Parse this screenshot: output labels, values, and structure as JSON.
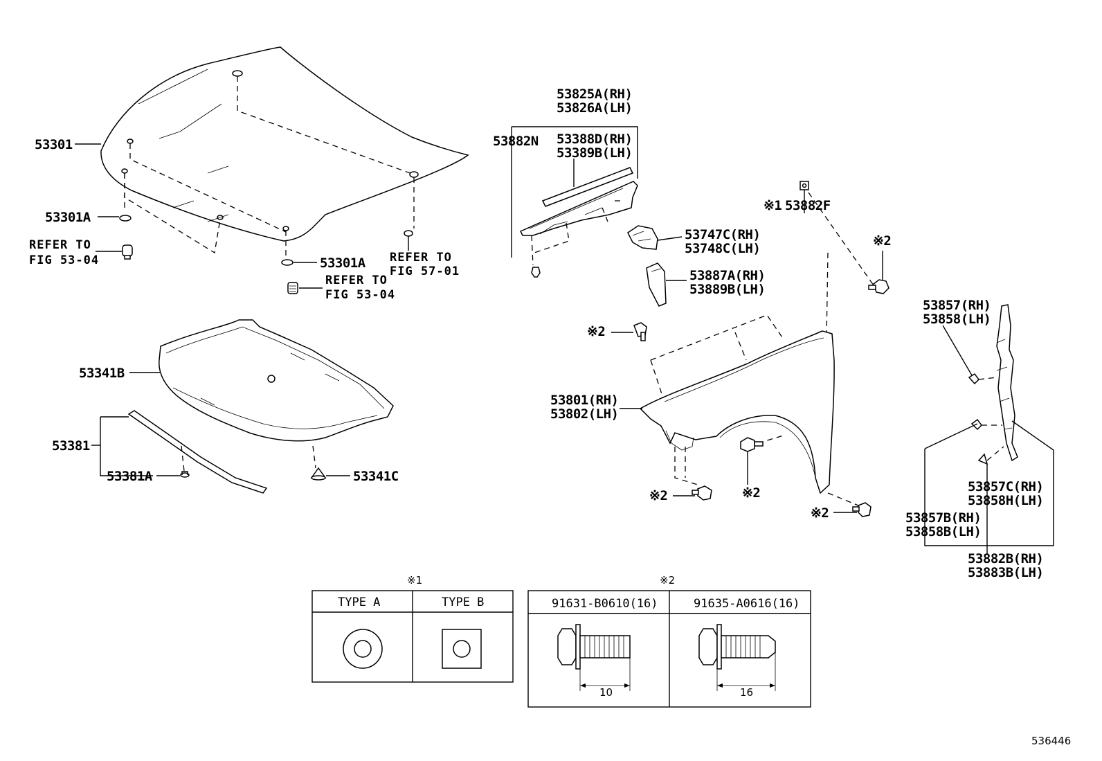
{
  "labels": {
    "p53301": "53301",
    "p53301a_left": "53301A",
    "p53301a_center": "53301A",
    "refer_left_1": "REFER TO",
    "refer_left_2": "FIG 53-04",
    "refer_center_1": "REFER TO",
    "refer_center_2": "FIG 53-04",
    "refer_right_1": "REFER TO",
    "refer_right_2": "FIG 57-01",
    "p53341b": "53341B",
    "p53381": "53381",
    "p53381a": "53381A",
    "p53341c": "53341C",
    "p53825a": "53825A(RH)",
    "p53826a": "53826A(LH)",
    "p53882n": "53882N",
    "p53388d": "53388D(RH)",
    "p53389b": "53389B(LH)",
    "p53747c": "53747C(RH)",
    "p53748c": "53748C(LH)",
    "p53882f_mark": "※1",
    "p53882f": "53882F",
    "mark2_top": "※2",
    "p53887a": "53887A(RH)",
    "p53889b": "53889B(LH)",
    "mark2_fender_top": "※2",
    "p53801": "53801(RH)",
    "p53802": "53802(LH)",
    "mark2_bottom_left": "※2",
    "mark2_bottom_mid": "※2",
    "mark2_bottom_right": "※2",
    "p53857": "53857(RH)",
    "p53858": "53858(LH)",
    "p53857c": "53857C(RH)",
    "p53858h": "53858H(LH)",
    "p53857b": "53857B(RH)",
    "p53858b": "53858B(LH)",
    "p53882b": "53882B(RH)",
    "p53883b": "53883B(LH)"
  },
  "table1": {
    "mark": "※1",
    "col_a": "TYPE A",
    "col_b": "TYPE B"
  },
  "table2": {
    "mark": "※2",
    "col_a": "91631-B0610(16)",
    "col_b": "91635-A0616(16)",
    "dim_a": "10",
    "dim_b": "16"
  },
  "footer": {
    "figure_number": "536446"
  }
}
